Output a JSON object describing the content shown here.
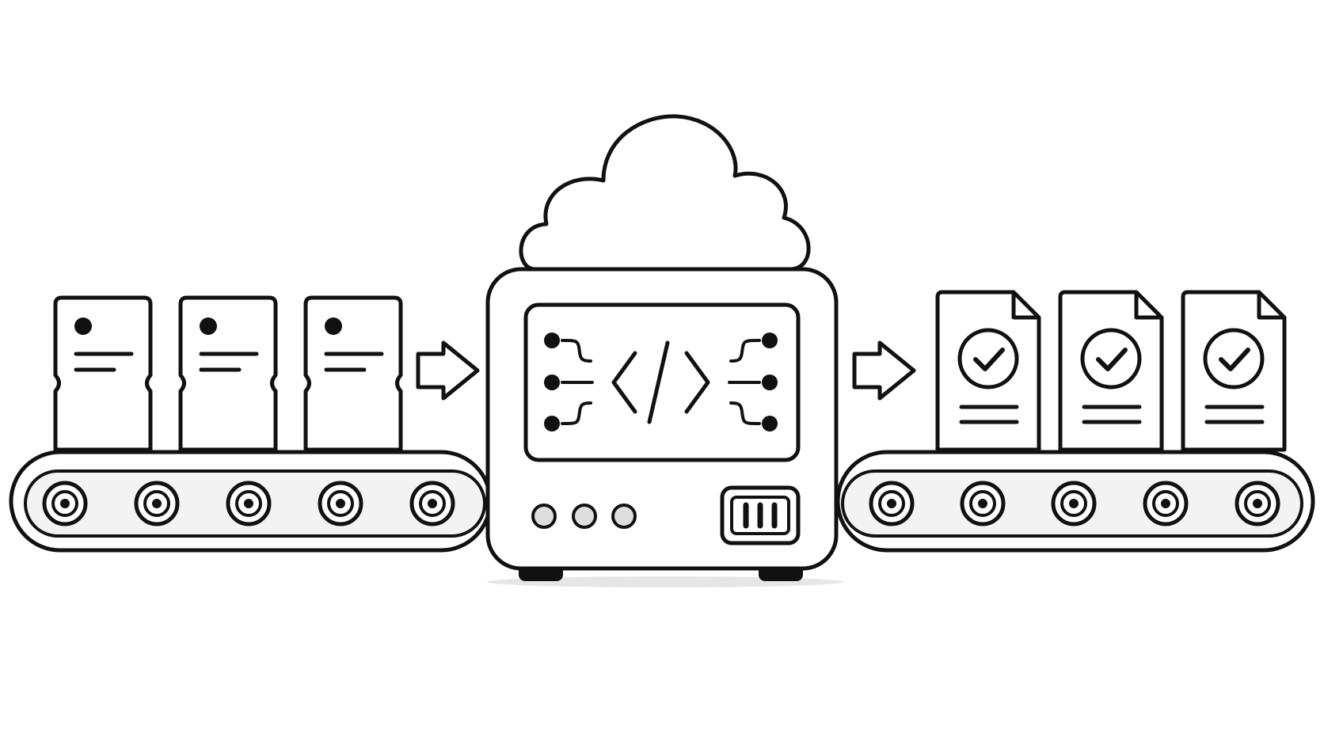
{
  "diagram": {
    "type": "pipeline",
    "flow": "left-to-right",
    "stages": [
      {
        "name": "input-conveyor",
        "items": 3,
        "item_icon": "ticket-card-icon"
      },
      {
        "name": "processing-machine",
        "screen_icon": "code-brackets-icon",
        "top_icon": "cloud-icon",
        "indicator_lights": 3
      },
      {
        "name": "output-conveyor",
        "items": 3,
        "item_icon": "checkmark-document-icon"
      }
    ],
    "arrows": [
      "arrow-right-icon",
      "arrow-right-icon"
    ]
  },
  "colors": {
    "stroke": "#111111",
    "fill": "#ffffff",
    "shade": "#e8e8e8",
    "belt": "#f2f2f2"
  }
}
